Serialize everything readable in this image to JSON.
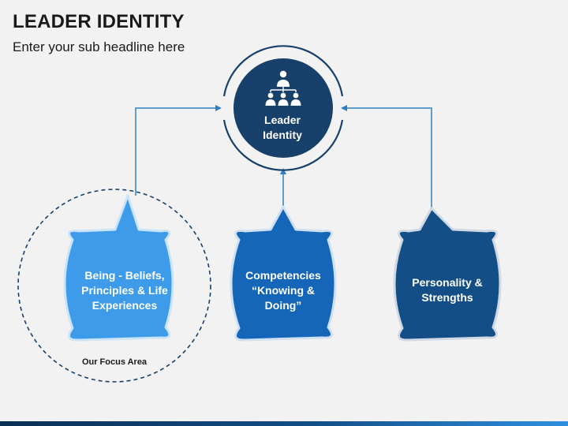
{
  "header": {
    "title": "LEADER IDENTITY",
    "subtitle": "Enter your sub headline here"
  },
  "center": {
    "label": "Leader\nIdentity",
    "icon": "org-chart-people-icon",
    "fill": "#17406a",
    "ring": "#17406a"
  },
  "nodes": [
    {
      "label": "Being - Beliefs,\nPrinciples & Life\nExperiences",
      "fill": "#3d9be9",
      "border": "#c9e4fb"
    },
    {
      "label": "Competencies\n“Knowing &\nDoing”",
      "fill": "#1565b8",
      "border": "#cfe0f2"
    },
    {
      "label": "Personality &\nStrengths",
      "fill": "#134f86",
      "border": "#cfd9e6"
    }
  ],
  "focus_area": {
    "label": "Our Focus Area"
  },
  "colors": {
    "connector": "#2f7fc0",
    "dashed_circle": "#17406a"
  }
}
